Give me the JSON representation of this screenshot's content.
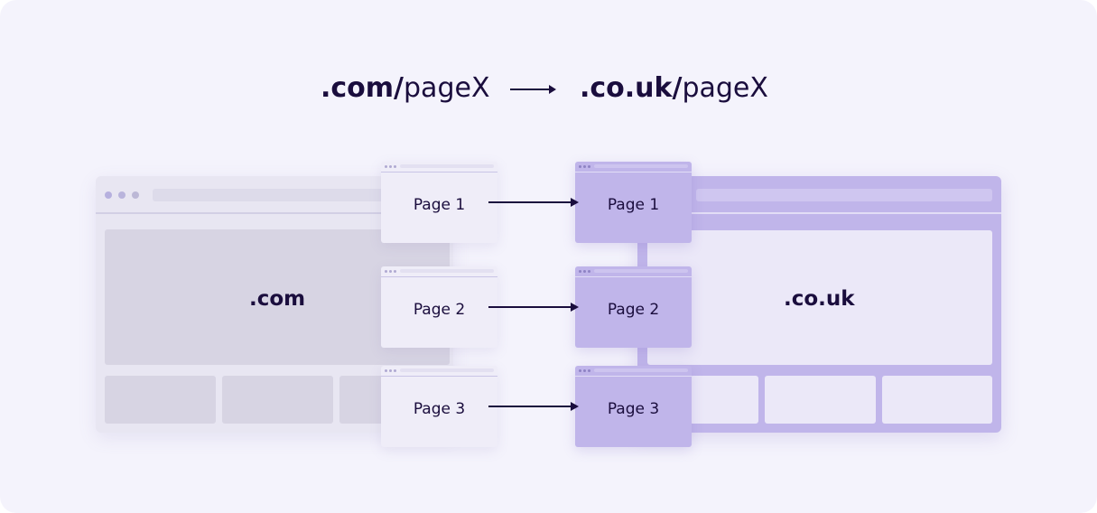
{
  "header": {
    "left_url_bold": ".com/",
    "left_url_rest": "pageX",
    "right_url_bold": ".co.uk/",
    "right_url_rest": "pageX"
  },
  "left_site": {
    "label": ".com"
  },
  "right_site": {
    "label": ".co.uk"
  },
  "pages": [
    {
      "left": "Page 1",
      "right": "Page 1"
    },
    {
      "left": "Page 2",
      "right": "Page 2"
    },
    {
      "left": "Page 3",
      "right": "Page 3"
    }
  ],
  "colors": {
    "background": "#f4f3fc",
    "text": "#1a0d3d",
    "source_site": "#e8e6f2",
    "target_site": "#c0b5ea"
  }
}
